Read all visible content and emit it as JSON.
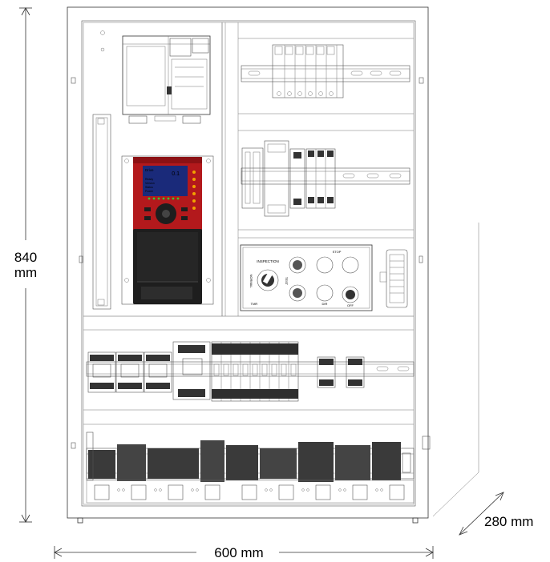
{
  "dimensions": {
    "height_value": "840",
    "height_unit": "mm",
    "width_label": "600 mm",
    "depth_label": "280 mm"
  },
  "drive_display": {
    "title": "Drive",
    "lines": [
      "Ready",
      "Version",
      "Status",
      "Power"
    ],
    "value": "0.1"
  },
  "push_panel": {
    "inspection_label": "INSPECTION",
    "normal_label": "NORMAL",
    "test_label": "TEST",
    "top_label": "STOP",
    "tmr_label": "TMR",
    "dir_label": "DIR",
    "reset_label": "OFF"
  },
  "colors": {
    "drive_red": "#b3191c",
    "drive_dark": "#1e1e1e",
    "line": "#333333",
    "screen": "#1a2a7a"
  }
}
